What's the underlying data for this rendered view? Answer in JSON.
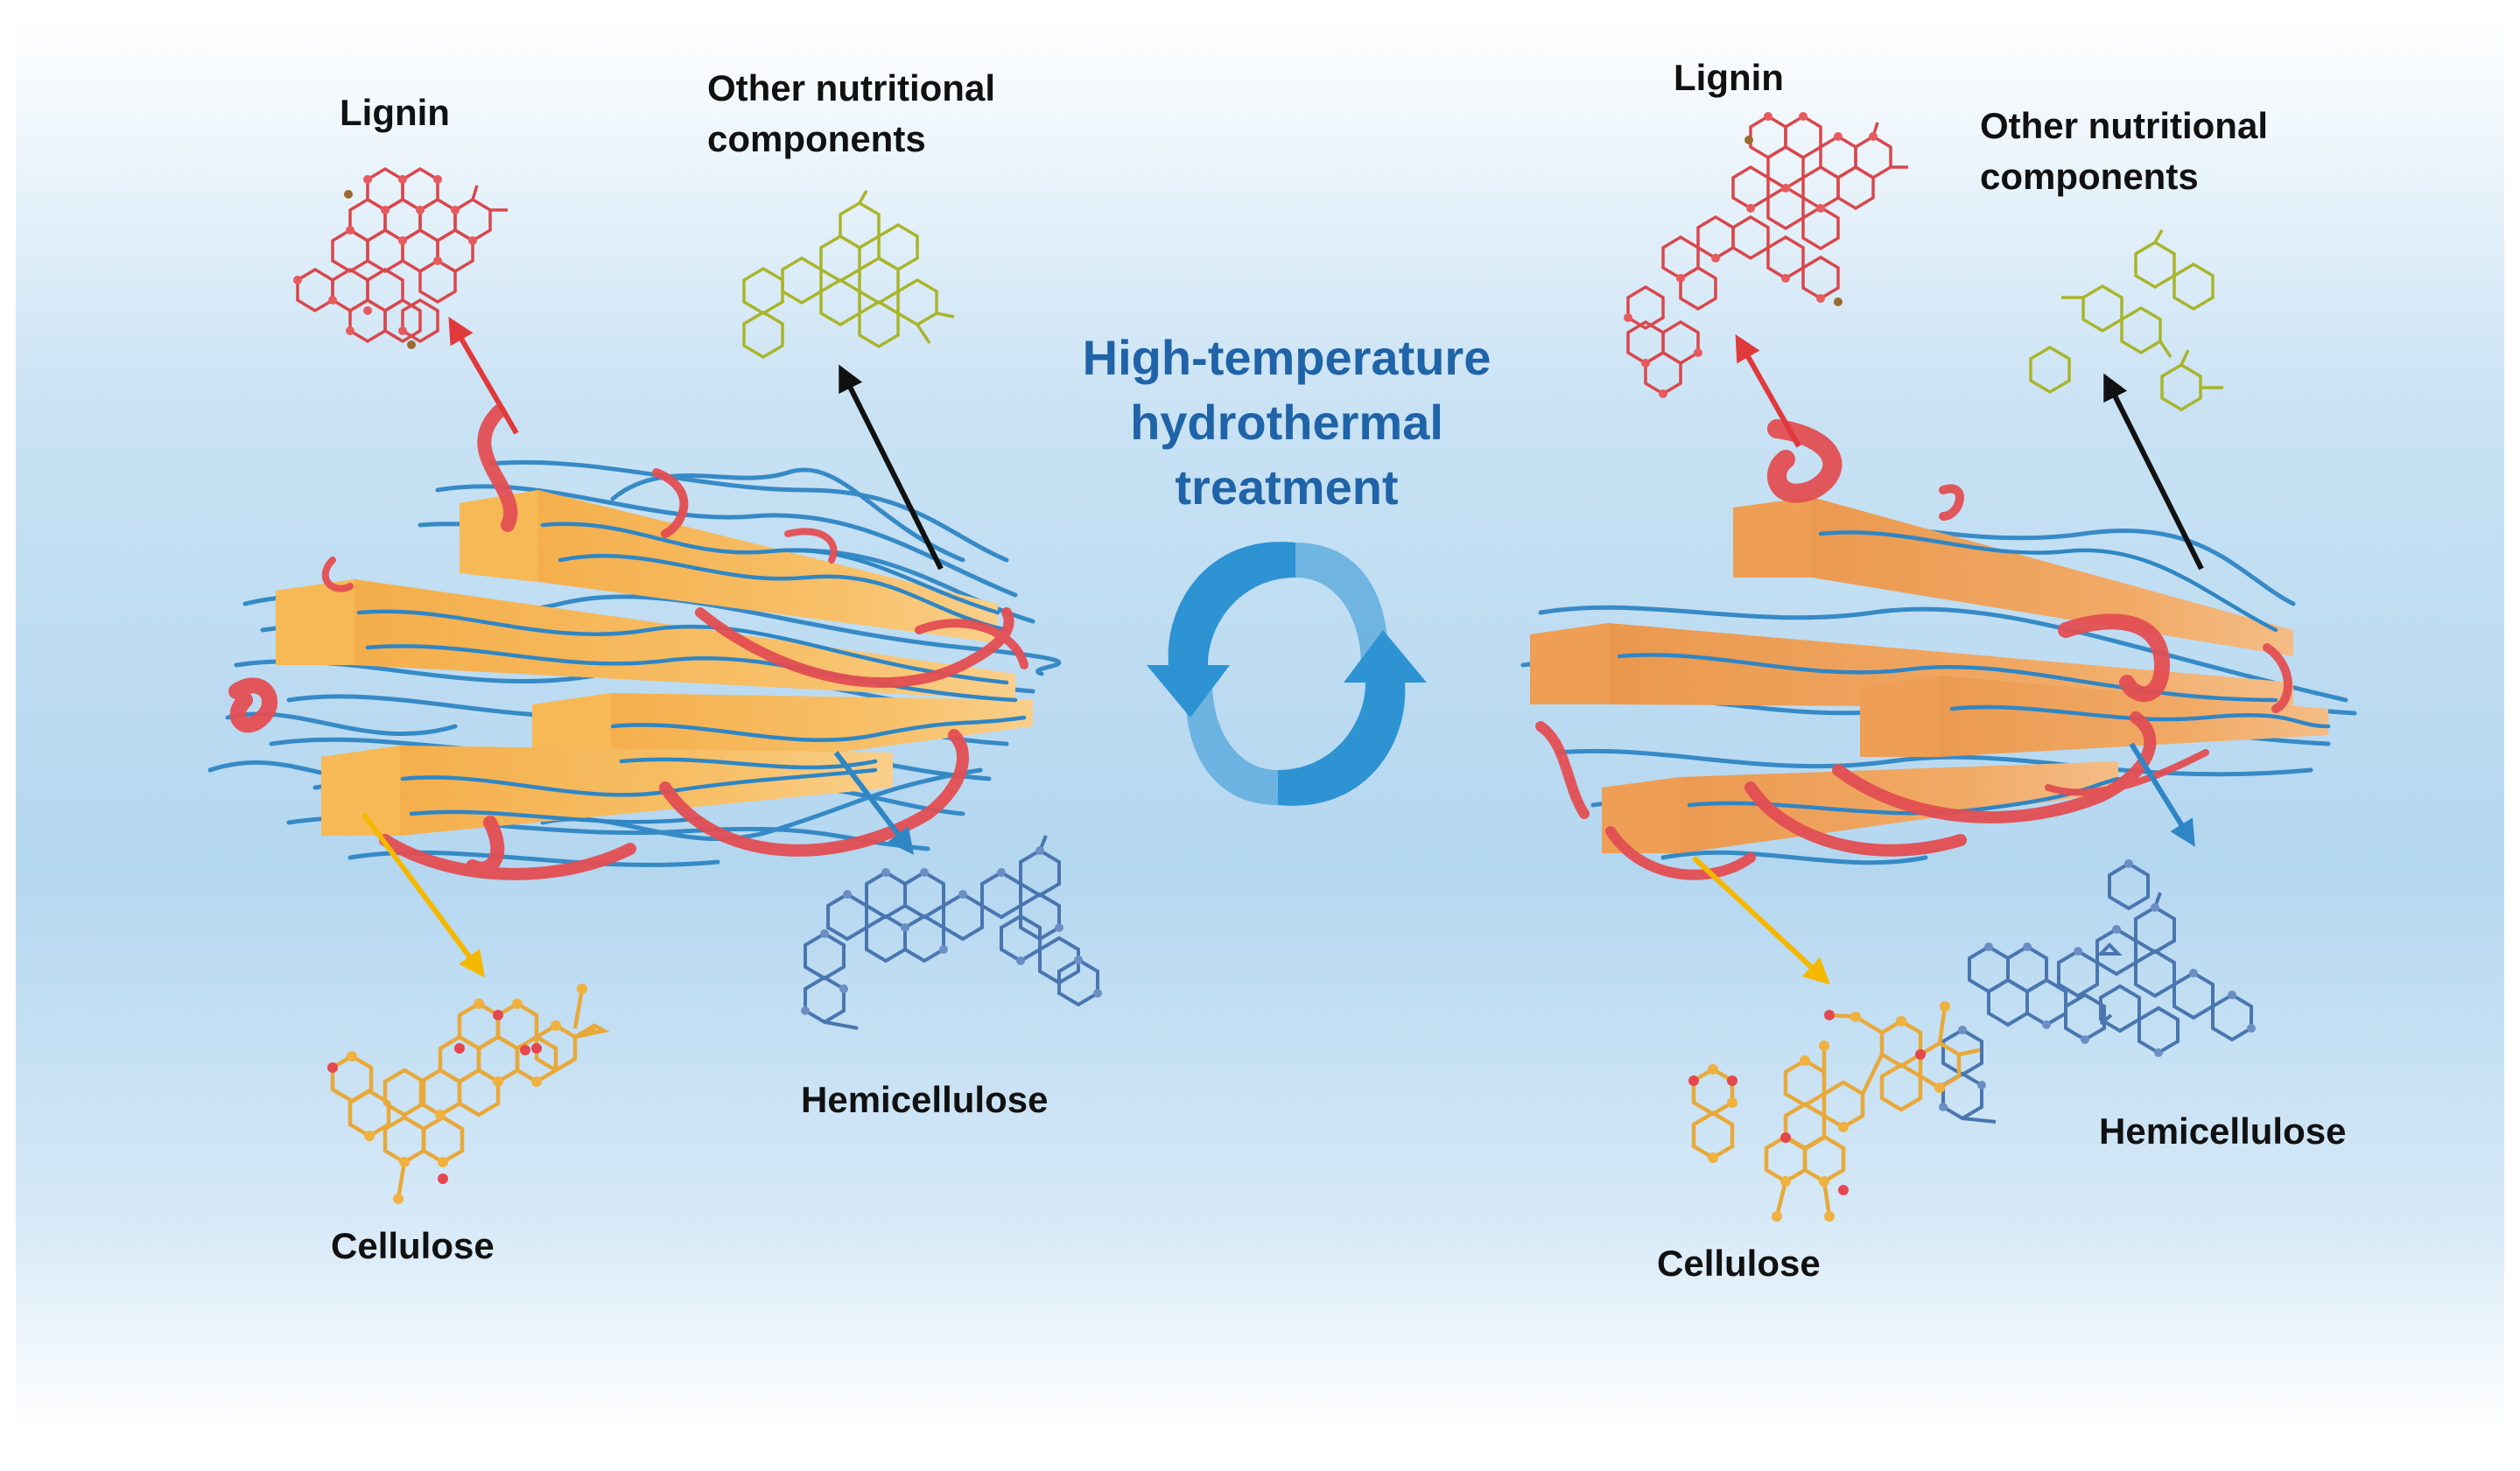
{
  "center": {
    "line1": "High-temperature",
    "line2": "hydrothermal",
    "line3": "treatment"
  },
  "left_panel": {
    "lignin": "Lignin",
    "other_line1": "Other nutritional",
    "other_line2": "components",
    "hemicellulose": "Hemicellulose",
    "cellulose": "Cellulose"
  },
  "right_panel": {
    "lignin": "Lignin",
    "other_line1": "Other nutritional",
    "other_line2": "components",
    "hemicellulose": "Hemicellulose",
    "cellulose": "Cellulose"
  },
  "colors": {
    "lignin": "#e0393c",
    "other": "#a9b52a",
    "hemicellulose": "#4a76b0",
    "cellulose": "#e8a93a",
    "fiber_blue": "#2f86c4",
    "bar_left": "#f7b955",
    "bar_right": "#ee9f55",
    "cycle_arrow": "#2d93d3",
    "title": "#1f63a8"
  },
  "icons": [
    "cycle-arrows-icon",
    "molecule-icon"
  ]
}
